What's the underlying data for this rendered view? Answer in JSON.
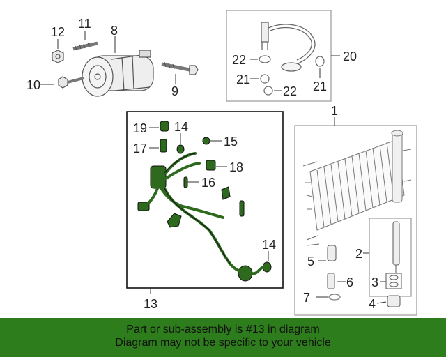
{
  "callouts": {
    "c1": "1",
    "c2": "2",
    "c3": "3",
    "c4": "4",
    "c5": "5",
    "c6": "6",
    "c7": "7",
    "c8": "8",
    "c9": "9",
    "c10": "10",
    "c11": "11",
    "c12": "12",
    "c13": "13",
    "c14a": "14",
    "c14b": "14",
    "c15": "15",
    "c16": "16",
    "c17": "17",
    "c18": "18",
    "c19": "19",
    "c20": "20",
    "c21a": "21",
    "c21b": "21",
    "c22a": "22",
    "c22b": "22"
  },
  "banner": {
    "line1": "Part or sub-assembly is #13 in diagram",
    "line2": "Diagram may not be specific to your vehicle"
  },
  "colors": {
    "highlight": "#2d6a1e",
    "banner": "#2e7d1c",
    "line": "#333333",
    "box": "#999999"
  }
}
